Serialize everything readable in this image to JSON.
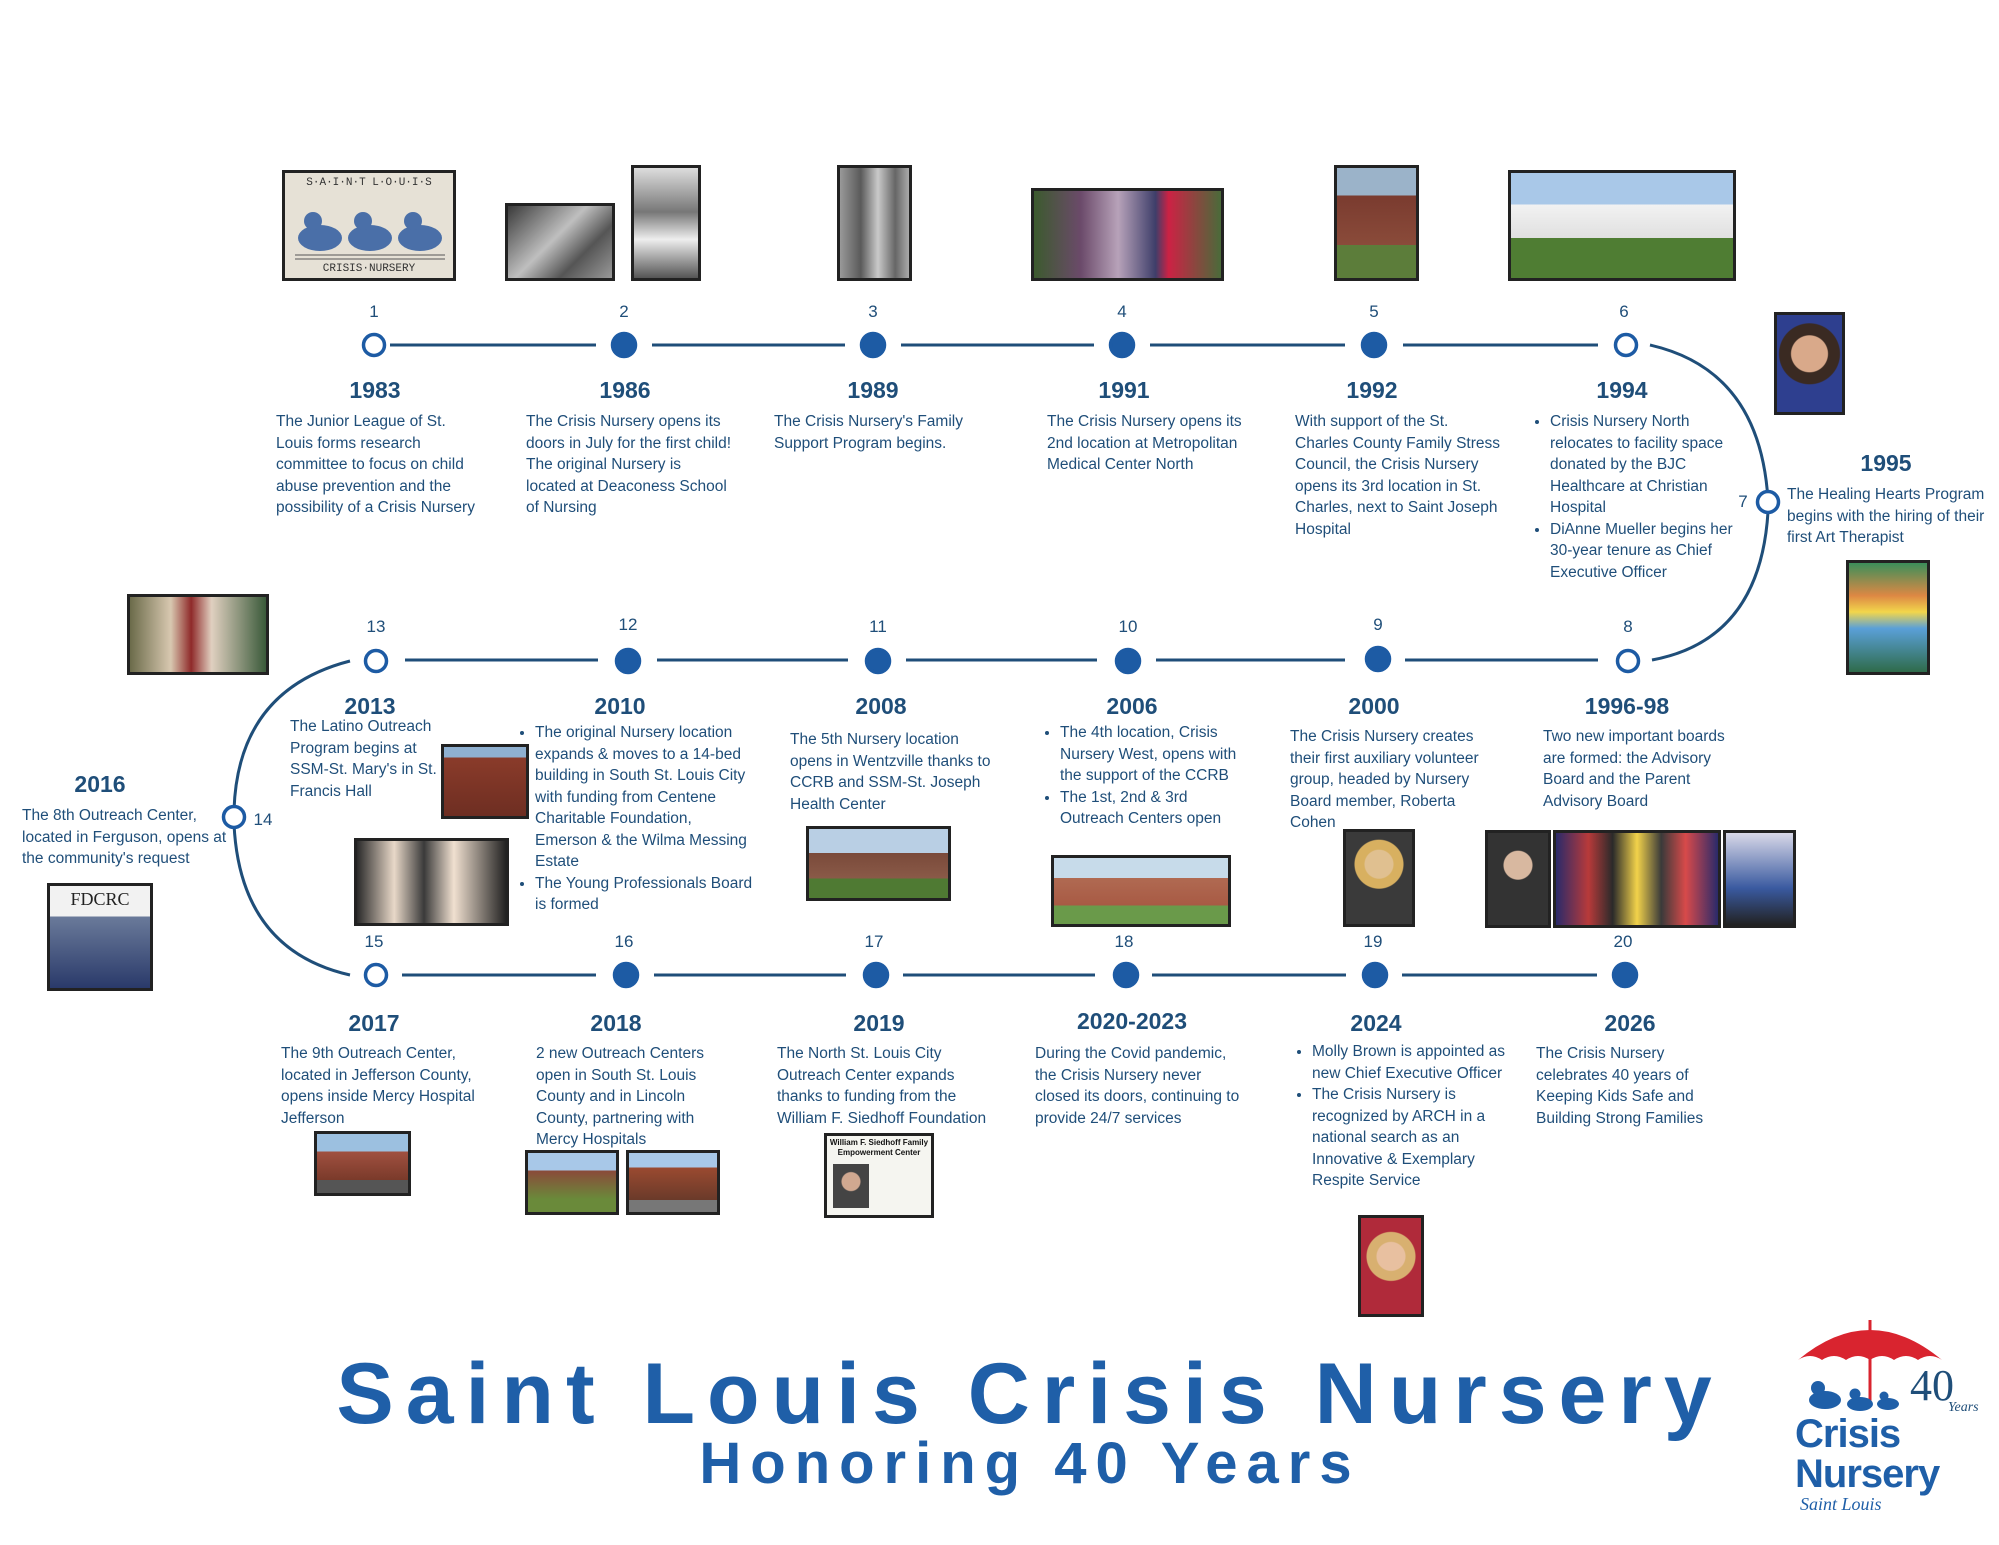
{
  "poster": {
    "title": "Saint Louis Crisis Nursery",
    "subtitle": "Honoring 40 Years"
  },
  "logo": {
    "anniversary": "40",
    "years_word": "Years",
    "line1": "Crisis",
    "line2": "Nursery",
    "line3": "Saint Louis",
    "accent_color": "#d9242f",
    "brand_color": "#1f5fa8"
  },
  "colors": {
    "line": "#1f4e79",
    "node_filled": "#1d5ba4",
    "text": "#1f4e79",
    "title": "#1f5fa8"
  },
  "photo_sign": {
    "banner_top": "S·A·I·N·T  L·O·U·I·S",
    "banner_bottom": "CRISIS·NURSERY",
    "fdcrc": "FDCRC",
    "siedhoff_plaque": "William F. Siedhoff Family Empowerment Center"
  },
  "milestones": [
    {
      "num": "1",
      "year": "1983",
      "text": "The Junior League of St. Louis forms research committee to focus on child abuse prevention and the possibility of a Crisis Nursery"
    },
    {
      "num": "2",
      "year": "1986",
      "text": "The Crisis Nursery opens its doors in July for the first child! The original Nursery is located at Deaconess School of Nursing"
    },
    {
      "num": "3",
      "year": "1989",
      "text": "The Crisis Nursery's Family Support Program begins."
    },
    {
      "num": "4",
      "year": "1991",
      "text": "The Crisis Nursery opens its 2nd location at Metropolitan Medical Center North"
    },
    {
      "num": "5",
      "year": "1992",
      "text": "With support of the St. Charles County Family Stress Council, the Crisis Nursery opens its 3rd location in St. Charles, next to Saint Joseph Hospital"
    },
    {
      "num": "6",
      "year": "1994",
      "bullets": [
        "Crisis Nursery North relocates to facility space donated by the BJC Healthcare at Christian Hospital",
        "DiAnne Mueller begins her 30-year tenure as Chief Executive Officer"
      ]
    },
    {
      "num": "7",
      "year": "1995",
      "text": "The Healing Hearts Program begins with the hiring of their first Art Therapist"
    },
    {
      "num": "8",
      "year": "1996-98",
      "text": "Two new important boards are formed: the Advisory Board and the Parent Advisory Board"
    },
    {
      "num": "9",
      "year": "2000",
      "text": "The Crisis Nursery creates their first auxiliary volunteer group, headed by Nursery Board member, Roberta Cohen"
    },
    {
      "num": "10",
      "year": "2006",
      "bullets": [
        "The 4th location, Crisis Nursery West, opens with the support of the CCRB",
        "The 1st, 2nd & 3rd Outreach Centers open"
      ]
    },
    {
      "num": "11",
      "year": "2008",
      "text": "The 5th Nursery location opens in Wentzville thanks to CCRB and SSM-St. Joseph Health Center"
    },
    {
      "num": "12",
      "year": "2010",
      "bullets": [
        "The original Nursery location expands & moves to a 14-bed building in South St. Louis City with funding from Centene Charitable Foundation, Emerson & the Wilma Messing Estate",
        "The Young Professionals Board is formed"
      ]
    },
    {
      "num": "13",
      "year": "2013",
      "text": "The Latino Outreach Program begins at SSM-St. Mary's in St. Francis Hall"
    },
    {
      "num": "14",
      "year": "2016",
      "text": "The 8th Outreach Center, located in Ferguson, opens at the community's request"
    },
    {
      "num": "15",
      "year": "2017",
      "text": "The 9th Outreach Center, located in Jefferson County, opens inside Mercy Hospital Jefferson"
    },
    {
      "num": "16",
      "year": "2018",
      "text": "2 new Outreach Centers open in South St. Louis County and in Lincoln County, partnering with Mercy Hospitals"
    },
    {
      "num": "17",
      "year": "2019",
      "text": "The North St. Louis City Outreach Center expands thanks to funding from the William F. Siedhoff Foundation"
    },
    {
      "num": "18",
      "year": "2020-2023",
      "text": "During the Covid pandemic, the Crisis Nursery never closed its doors, continuing to provide 24/7 services"
    },
    {
      "num": "19",
      "year": "2024",
      "bullets": [
        "Molly Brown is appointed as new Chief Executive Officer",
        "The Crisis Nursery is recognized by ARCH in a national search as an Innovative & Exemplary Respite Service"
      ]
    },
    {
      "num": "20",
      "year": "2026",
      "text": "The Crisis Nursery celebrates 40 years of Keeping Kids Safe and Building Strong Families"
    }
  ]
}
